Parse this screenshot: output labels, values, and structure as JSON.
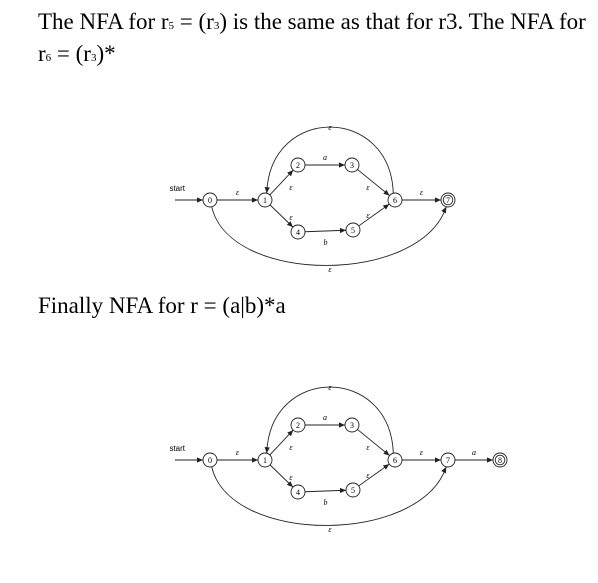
{
  "intro": {
    "p1": "The NFA for r",
    "sub5": "5",
    "p2": " = (r",
    "sub3a": "3",
    "p3": ") is the same as that for r3. The NFA for r",
    "sub6": "6",
    "p4": " = (r",
    "sub3b": "3",
    "p5": ")*"
  },
  "finally_text": "Finally NFA for r = (a|b)*a",
  "diagrams": [
    {
      "start_label": "start",
      "states": [
        "0",
        "1",
        "2",
        "3",
        "4",
        "5",
        "6",
        "7"
      ],
      "accepting": [
        "7"
      ],
      "transitions": [
        {
          "from": "0",
          "to": "1",
          "label": "ε"
        },
        {
          "from": "1",
          "to": "2",
          "label": "ε"
        },
        {
          "from": "1",
          "to": "4",
          "label": "ε"
        },
        {
          "from": "2",
          "to": "3",
          "label": "a"
        },
        {
          "from": "4",
          "to": "5",
          "label": "b"
        },
        {
          "from": "3",
          "to": "6",
          "label": "ε"
        },
        {
          "from": "5",
          "to": "6",
          "label": "ε"
        },
        {
          "from": "6",
          "to": "7",
          "label": "ε"
        },
        {
          "from": "6",
          "to": "1",
          "label": "ε"
        },
        {
          "from": "0",
          "to": "7",
          "label": "ε"
        }
      ]
    },
    {
      "start_label": "start",
      "states": [
        "0",
        "1",
        "2",
        "3",
        "4",
        "5",
        "6",
        "7",
        "8"
      ],
      "accepting": [
        "8"
      ],
      "transitions": [
        {
          "from": "0",
          "to": "1",
          "label": "ε"
        },
        {
          "from": "1",
          "to": "2",
          "label": "ε"
        },
        {
          "from": "1",
          "to": "4",
          "label": "ε"
        },
        {
          "from": "2",
          "to": "3",
          "label": "a"
        },
        {
          "from": "4",
          "to": "5",
          "label": "b"
        },
        {
          "from": "3",
          "to": "6",
          "label": "ε"
        },
        {
          "from": "5",
          "to": "6",
          "label": "ε"
        },
        {
          "from": "6",
          "to": "7",
          "label": "ε"
        },
        {
          "from": "6",
          "to": "1",
          "label": "ε"
        },
        {
          "from": "0",
          "to": "7",
          "label": "ε"
        },
        {
          "from": "7",
          "to": "8",
          "label": "a"
        }
      ]
    }
  ]
}
